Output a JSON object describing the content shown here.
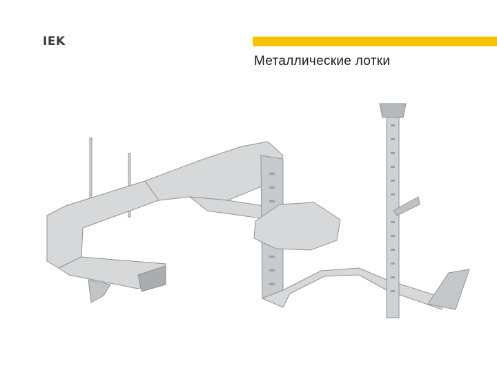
{
  "header": {
    "logo_text": "IEK",
    "title": "Металлические лотки"
  },
  "colors": {
    "accent": "#f5c400",
    "metal_light": "#d4d6d8",
    "metal_mid": "#b7babd",
    "metal_dark": "#8e9295"
  },
  "illustration": {
    "subject": "cable-tray-system-image"
  }
}
